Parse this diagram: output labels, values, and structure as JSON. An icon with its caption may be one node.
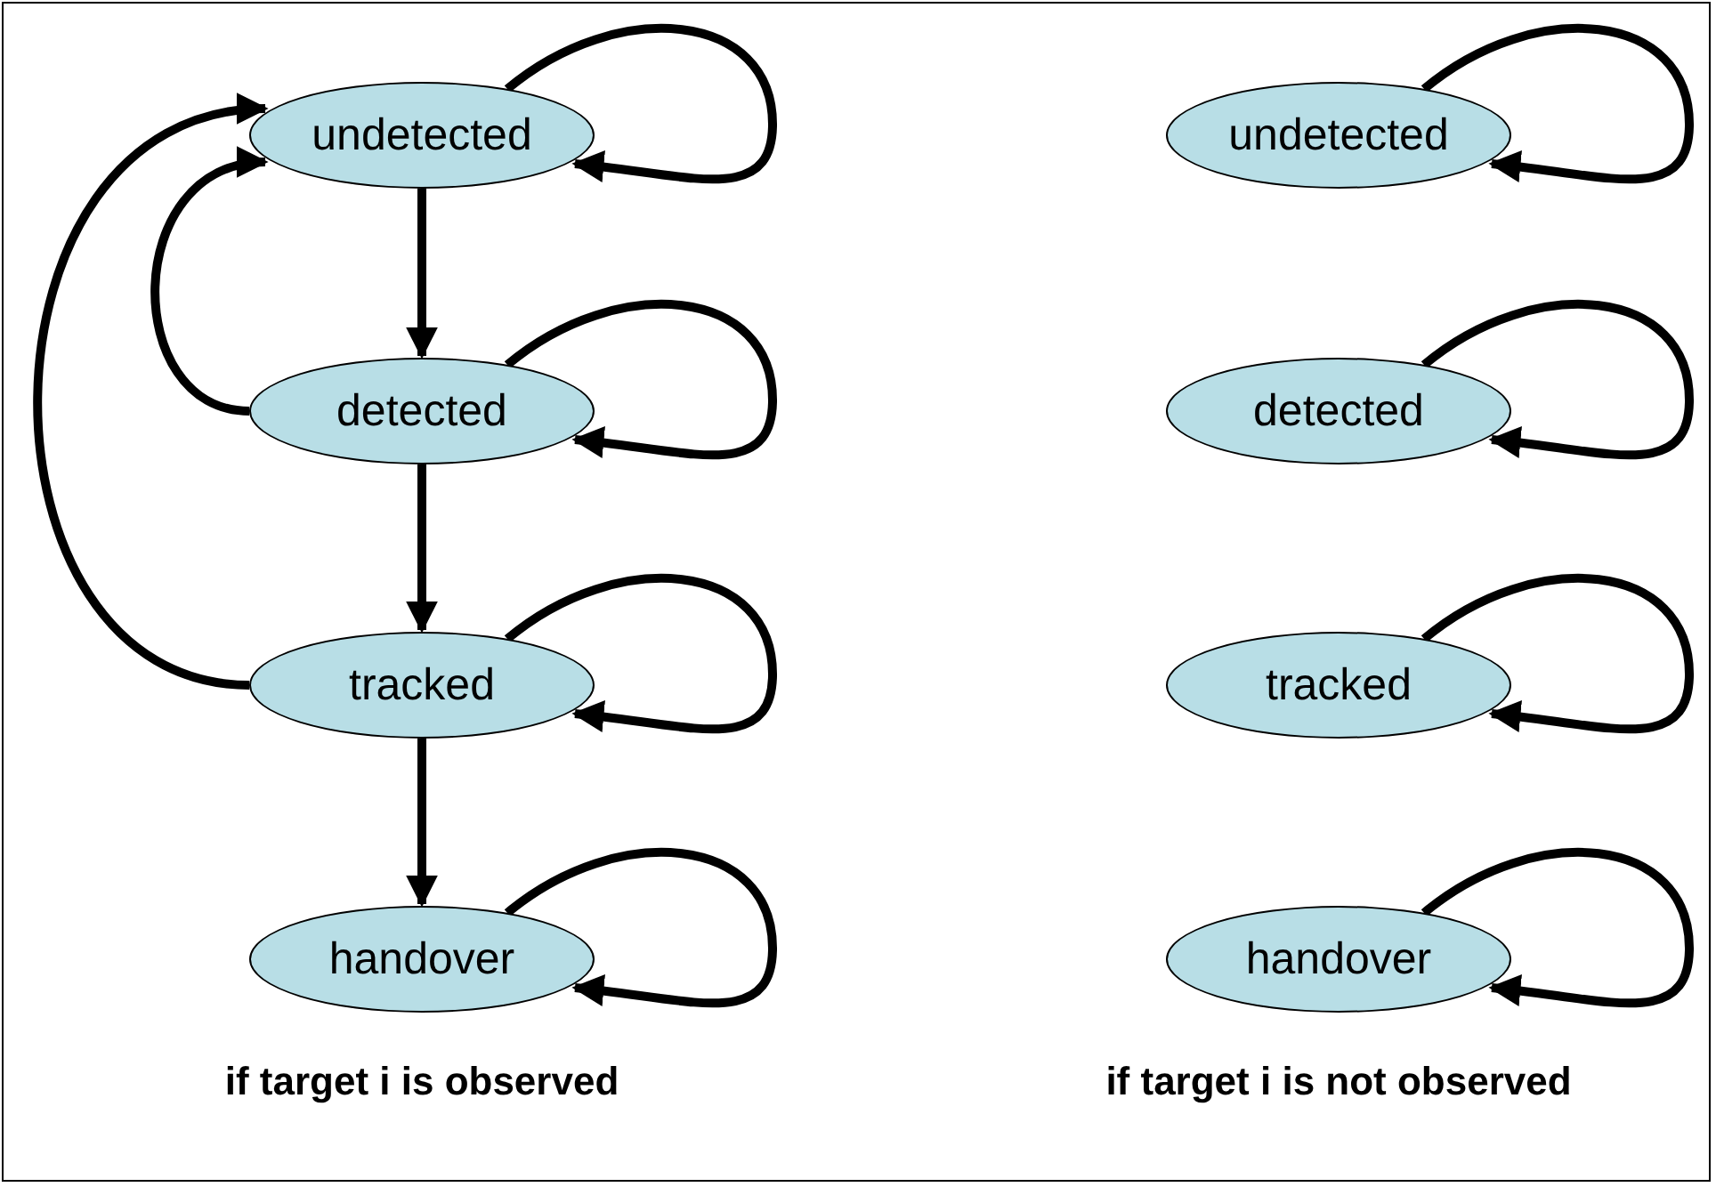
{
  "diagram": {
    "nodes": [
      {
        "text": [
          "undetected"
        ]
      },
      {
        "text": [
          "detected"
        ]
      },
      {
        "text": [
          "tracked"
        ]
      },
      {
        "text": [
          "handover"
        ]
      },
      {
        "text": [
          "undetected"
        ]
      },
      {
        "text": [
          "detected"
        ]
      },
      {
        "text": [
          "tracked"
        ]
      },
      {
        "text": [
          "handover"
        ]
      }
    ],
    "edges": [
      {
        "from": 0,
        "to": 0,
        "arrow": "to"
      },
      {
        "from": 0,
        "to": 1,
        "arrow": "to"
      },
      {
        "from": 1,
        "to": 1,
        "arrow": "to"
      },
      {
        "from": 1,
        "to": 0,
        "arrow": "to"
      },
      {
        "from": 1,
        "to": 2,
        "arrow": "to"
      },
      {
        "from": 2,
        "to": 2,
        "arrow": "to"
      },
      {
        "from": 2,
        "to": 0,
        "arrow": "to"
      },
      {
        "from": 2,
        "to": 3,
        "arrow": "to"
      },
      {
        "from": 3,
        "to": 3,
        "arrow": "to"
      },
      {
        "from": 4,
        "to": 4,
        "arrow": "to"
      },
      {
        "from": 5,
        "to": 5,
        "arrow": "to"
      },
      {
        "from": 6,
        "to": 6,
        "arrow": "to"
      },
      {
        "from": 7,
        "to": 7,
        "arrow": "to"
      }
    ],
    "labels": [
      "if target i is observed",
      "if target i is not observed"
    ]
  }
}
